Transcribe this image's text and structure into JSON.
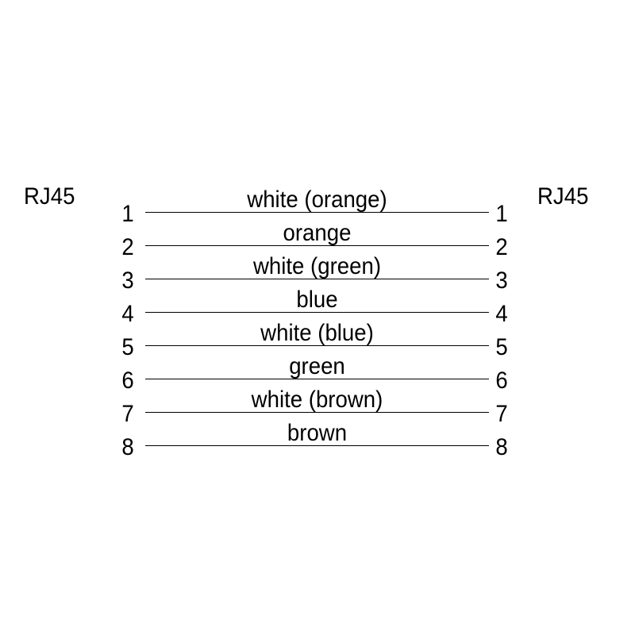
{
  "connectors": {
    "left": "RJ45",
    "right": "RJ45"
  },
  "wires": [
    {
      "pin_left": "1",
      "pin_right": "1",
      "label": "white (orange)"
    },
    {
      "pin_left": "2",
      "pin_right": "2",
      "label": "orange"
    },
    {
      "pin_left": "3",
      "pin_right": "3",
      "label": "white (green)"
    },
    {
      "pin_left": "4",
      "pin_right": "4",
      "label": "blue"
    },
    {
      "pin_left": "5",
      "pin_right": "5",
      "label": "white (blue)"
    },
    {
      "pin_left": "6",
      "pin_right": "6",
      "label": "green"
    },
    {
      "pin_left": "7",
      "pin_right": "7",
      "label": "white (brown)"
    },
    {
      "pin_left": "8",
      "pin_right": "8",
      "label": "brown"
    }
  ],
  "colors": {
    "line": "#000000",
    "background": "#ffffff"
  }
}
